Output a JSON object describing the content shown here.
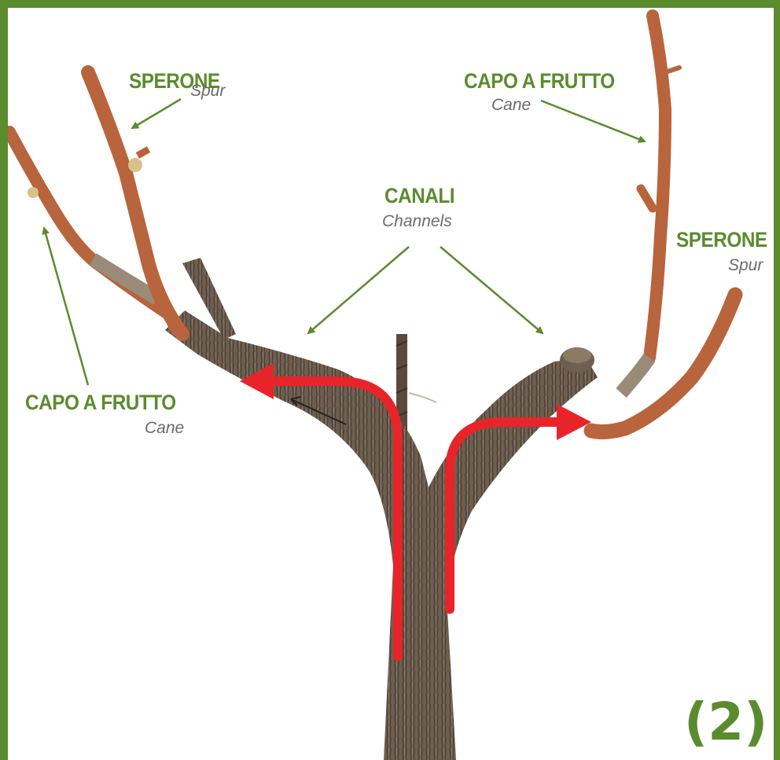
{
  "colors": {
    "frame": "#5a8c2e",
    "label_main": "#5a8c2e",
    "label_sub": "#6b6b6b",
    "arrow_pointer": "#5a8c2e",
    "flow_arrow": "#e8242a",
    "cane": "#b8643c",
    "trunk": "#6e5f50"
  },
  "labels": {
    "spur_left": {
      "main": "SPERONE",
      "sub": "Spur"
    },
    "cane_right": {
      "main": "CAPO A FRUTTO",
      "sub": "Cane"
    },
    "channels": {
      "main": "CANALI",
      "sub": "Channels"
    },
    "spur_right": {
      "main": "SPERONE",
      "sub": "Spur"
    },
    "cane_left": {
      "main": "CAPO A FRUTTO",
      "sub": "Cane"
    }
  },
  "figure_number": "(2)"
}
